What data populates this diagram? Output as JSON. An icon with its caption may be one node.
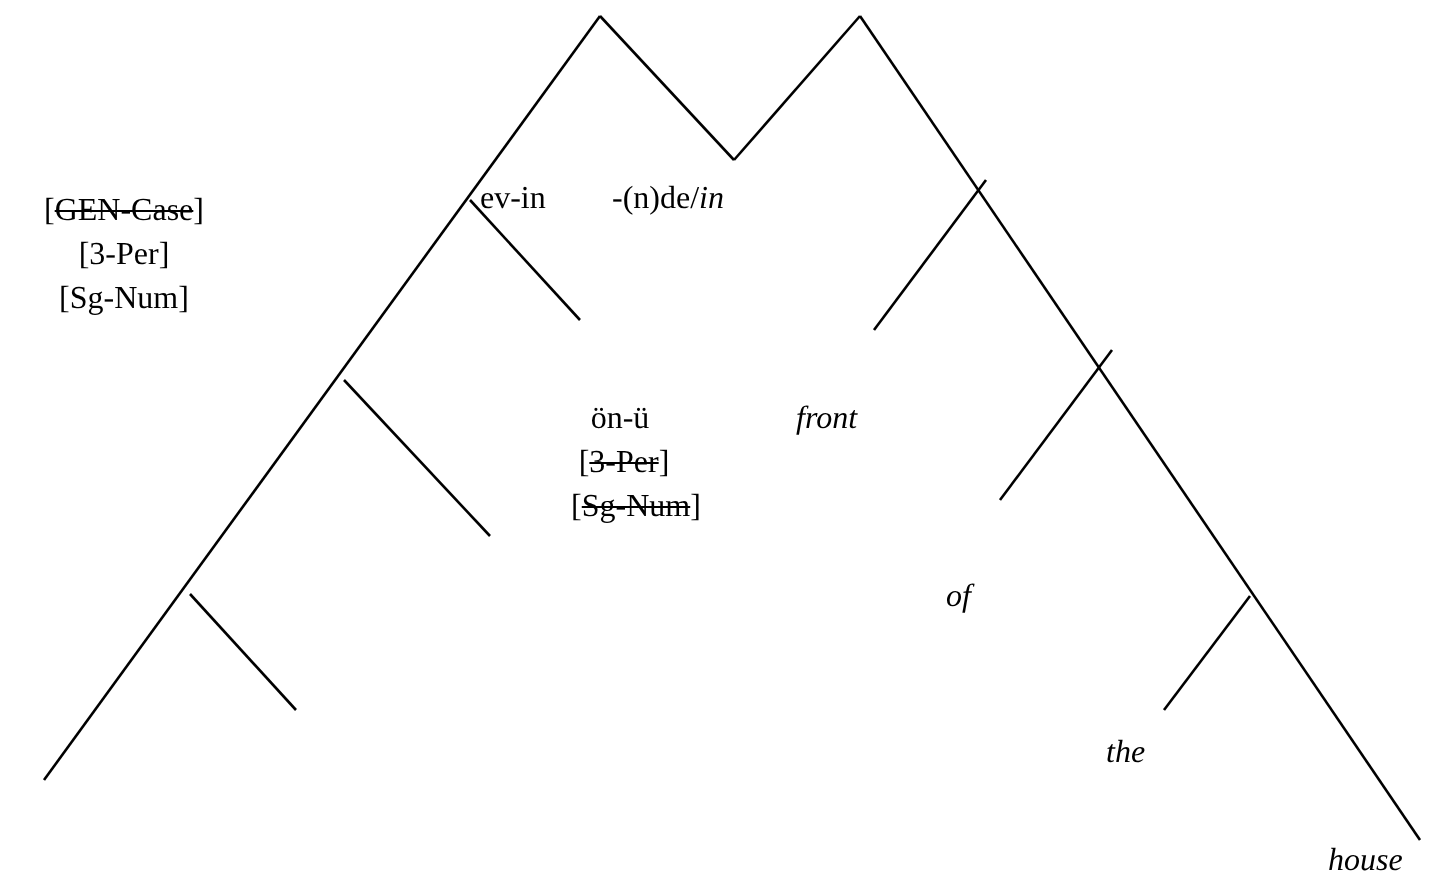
{
  "diagram": {
    "labels": [
      "[GEN-Case]",
      "[3-Per]",
      "[Sg-Num]",
      "ev-in",
      "-(n)de/*in*",
      "ön-ü",
      "[3-Per]",
      "[Sg-Num]",
      "front",
      "of",
      "the",
      "house"
    ]
  }
}
